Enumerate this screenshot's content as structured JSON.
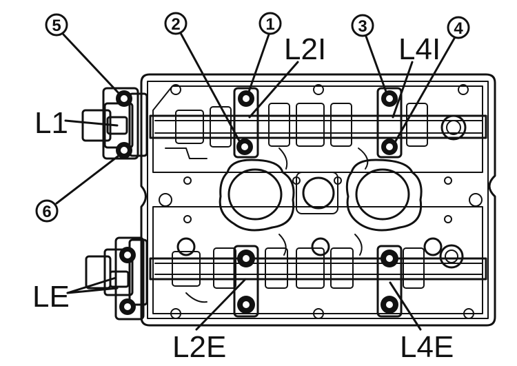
{
  "diagram": {
    "numbers": [
      "5",
      "2",
      "1",
      "3",
      "4",
      "6"
    ],
    "labels": {
      "l1": "L1",
      "l2i": "L2I",
      "l4i": "L4I",
      "le": "LE",
      "l2e": "L2E",
      "l4e": "L4E"
    }
  },
  "colors": {
    "ink": "#111111",
    "paper": "#ffffff"
  }
}
